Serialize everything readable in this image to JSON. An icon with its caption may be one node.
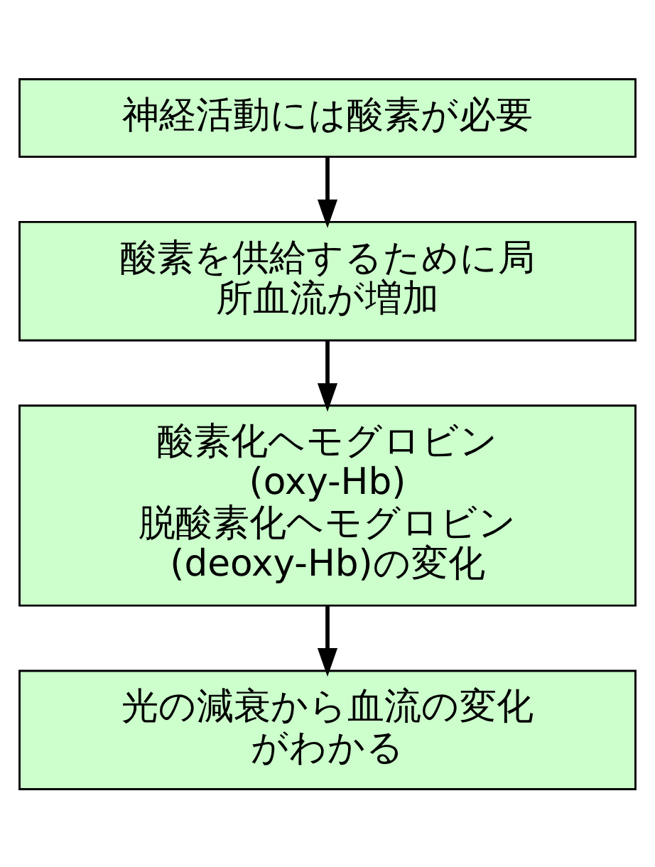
{
  "diagram": {
    "nodes": [
      {
        "text": [
          "神経活動には酸素が必要"
        ]
      },
      {
        "text": [
          "酸素を供給するために局所血流が増加"
        ]
      },
      {
        "text": [
          "酸素化ヘモグロビン (oxy-Hb) 脱酸素化ヘモグロビン (deoxy-Hb)の変化"
        ]
      },
      {
        "text": [
          "光の減衰から血流の変化がわかる"
        ]
      }
    ],
    "edges": [
      {
        "from": 0,
        "to": 1,
        "arrow": "to"
      },
      {
        "from": 1,
        "to": 2,
        "arrow": "to"
      },
      {
        "from": 2,
        "to": 3,
        "arrow": "to"
      }
    ]
  }
}
